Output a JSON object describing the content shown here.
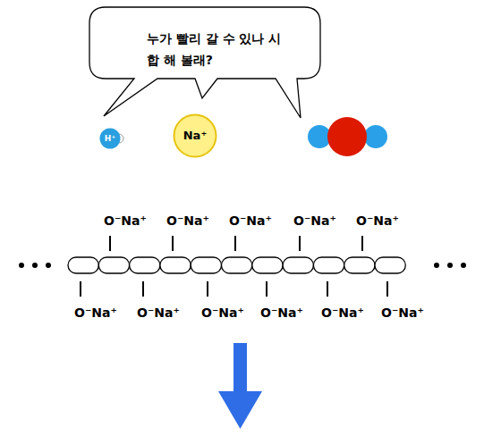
{
  "diagram": {
    "nodes": [
      {
        "text": [
          "누가 빨리 갈 수 있나 시합 해 볼래?"
        ]
      },
      {
        "text": [
          "H⁺"
        ]
      },
      {
        "text": [
          "Na⁺"
        ]
      }
    ],
    "labels": [
      "O⁻Na⁺",
      "O⁻Na⁺",
      "O⁻Na⁺",
      "O⁻Na⁺",
      "O⁻Na⁺",
      "O⁻Na⁺",
      "O⁻Na⁺",
      "O⁻Na⁺",
      "O⁻Na⁺",
      "O⁻Na⁺",
      "O⁻Na⁺"
    ]
  }
}
